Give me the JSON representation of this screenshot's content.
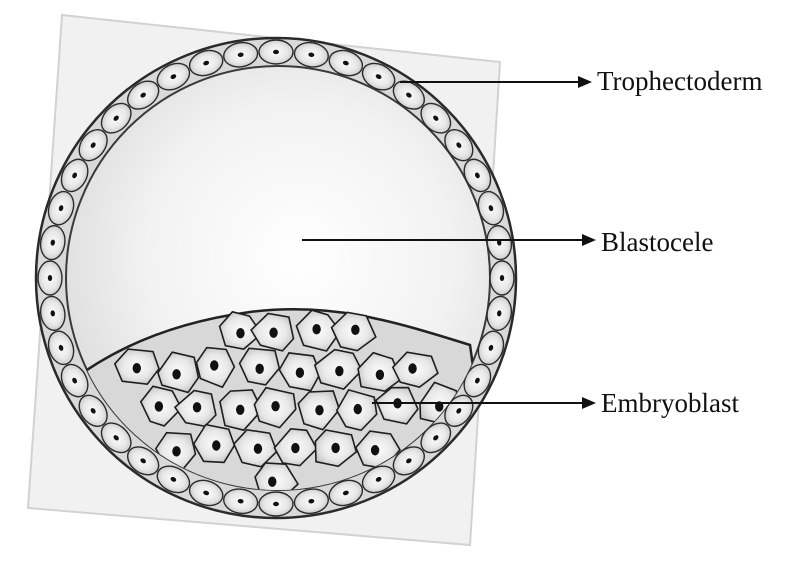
{
  "labels": {
    "trophectoderm": "Trophectoderm",
    "blastocele": "Blastocele",
    "embryoblast": "Embryoblast"
  },
  "colors": {
    "outline": "#2a2a2a",
    "cell_fill": "#e6e6e6",
    "cell_highlight": "#fafafa",
    "nucleus": "#111111",
    "cavity_fill": "#f4f4f4",
    "background_panel": "#f1f1f1"
  }
}
